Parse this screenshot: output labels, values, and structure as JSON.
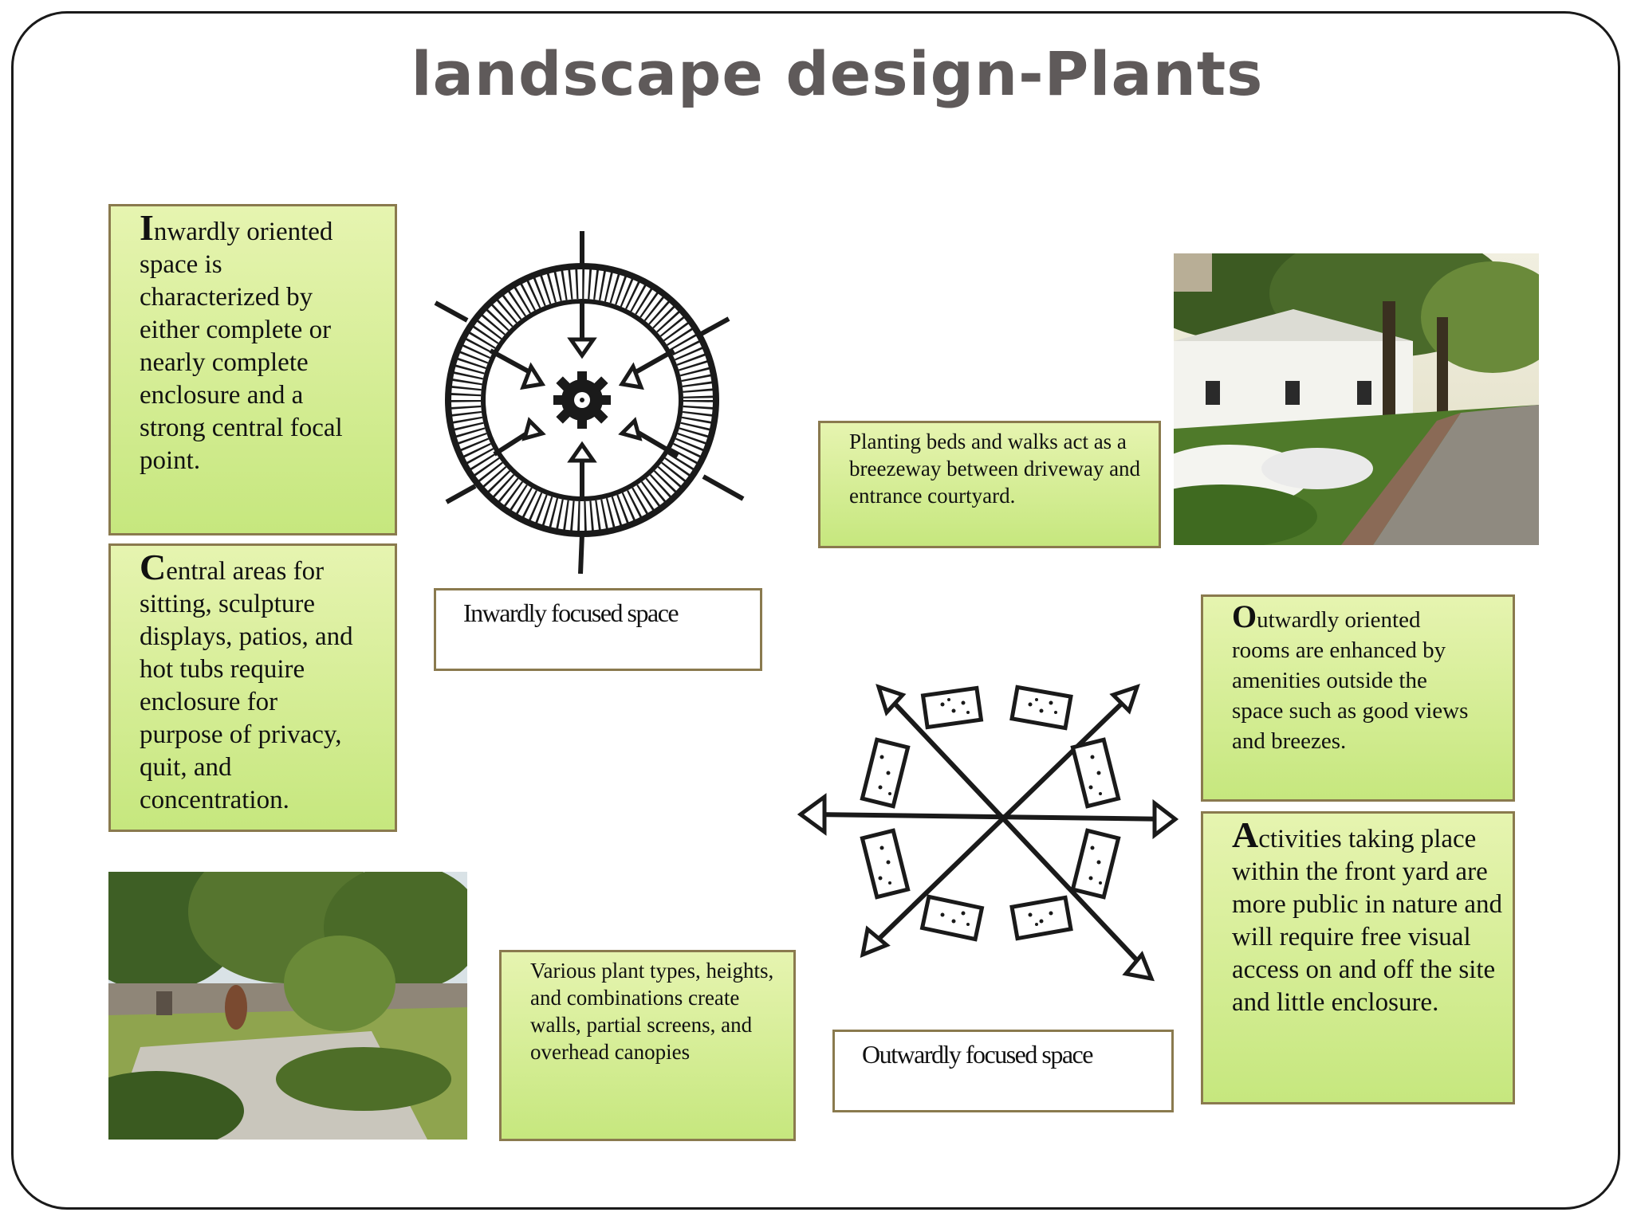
{
  "slide": {
    "title": "landscape design-Plants"
  },
  "boxes": {
    "inward": {
      "cap": "I",
      "text": "nwardly oriented space is characterized by  either complete or nearly complete enclosure and a strong central focal point."
    },
    "central": {
      "cap": "C",
      "text": "entral areas for sitting,  sculpture displays,  patios, and hot tubs  require enclosure for  purpose of privacy, quit,  and concentration."
    },
    "planting": {
      "text": "Planting beds and walks act as a breezeway between driveway and entrance courtyard."
    },
    "outward": {
      "cap": "O",
      "text": "utwardly oriented rooms are enhanced by amenities outside the space such as good views and breezes."
    },
    "activities": {
      "cap": "A",
      "text": "ctivities taking place within the front yard are more public in nature and will require free visual access on and off the site and little enclosure."
    },
    "various": {
      "text": "Various plant types, heights, and combinations create walls, partial screens, and overhead canopies"
    }
  },
  "captions": {
    "inward": "Inwardly focused space",
    "outward": "Outwardly focused space"
  },
  "images": {
    "house_photo": "garden-house-driveway-photo",
    "backyard_photo": "backyard-patio-garden-photo",
    "inward_diagram": "inward-focus-diagram-icon",
    "outward_diagram": "outward-focus-diagram-icon"
  }
}
